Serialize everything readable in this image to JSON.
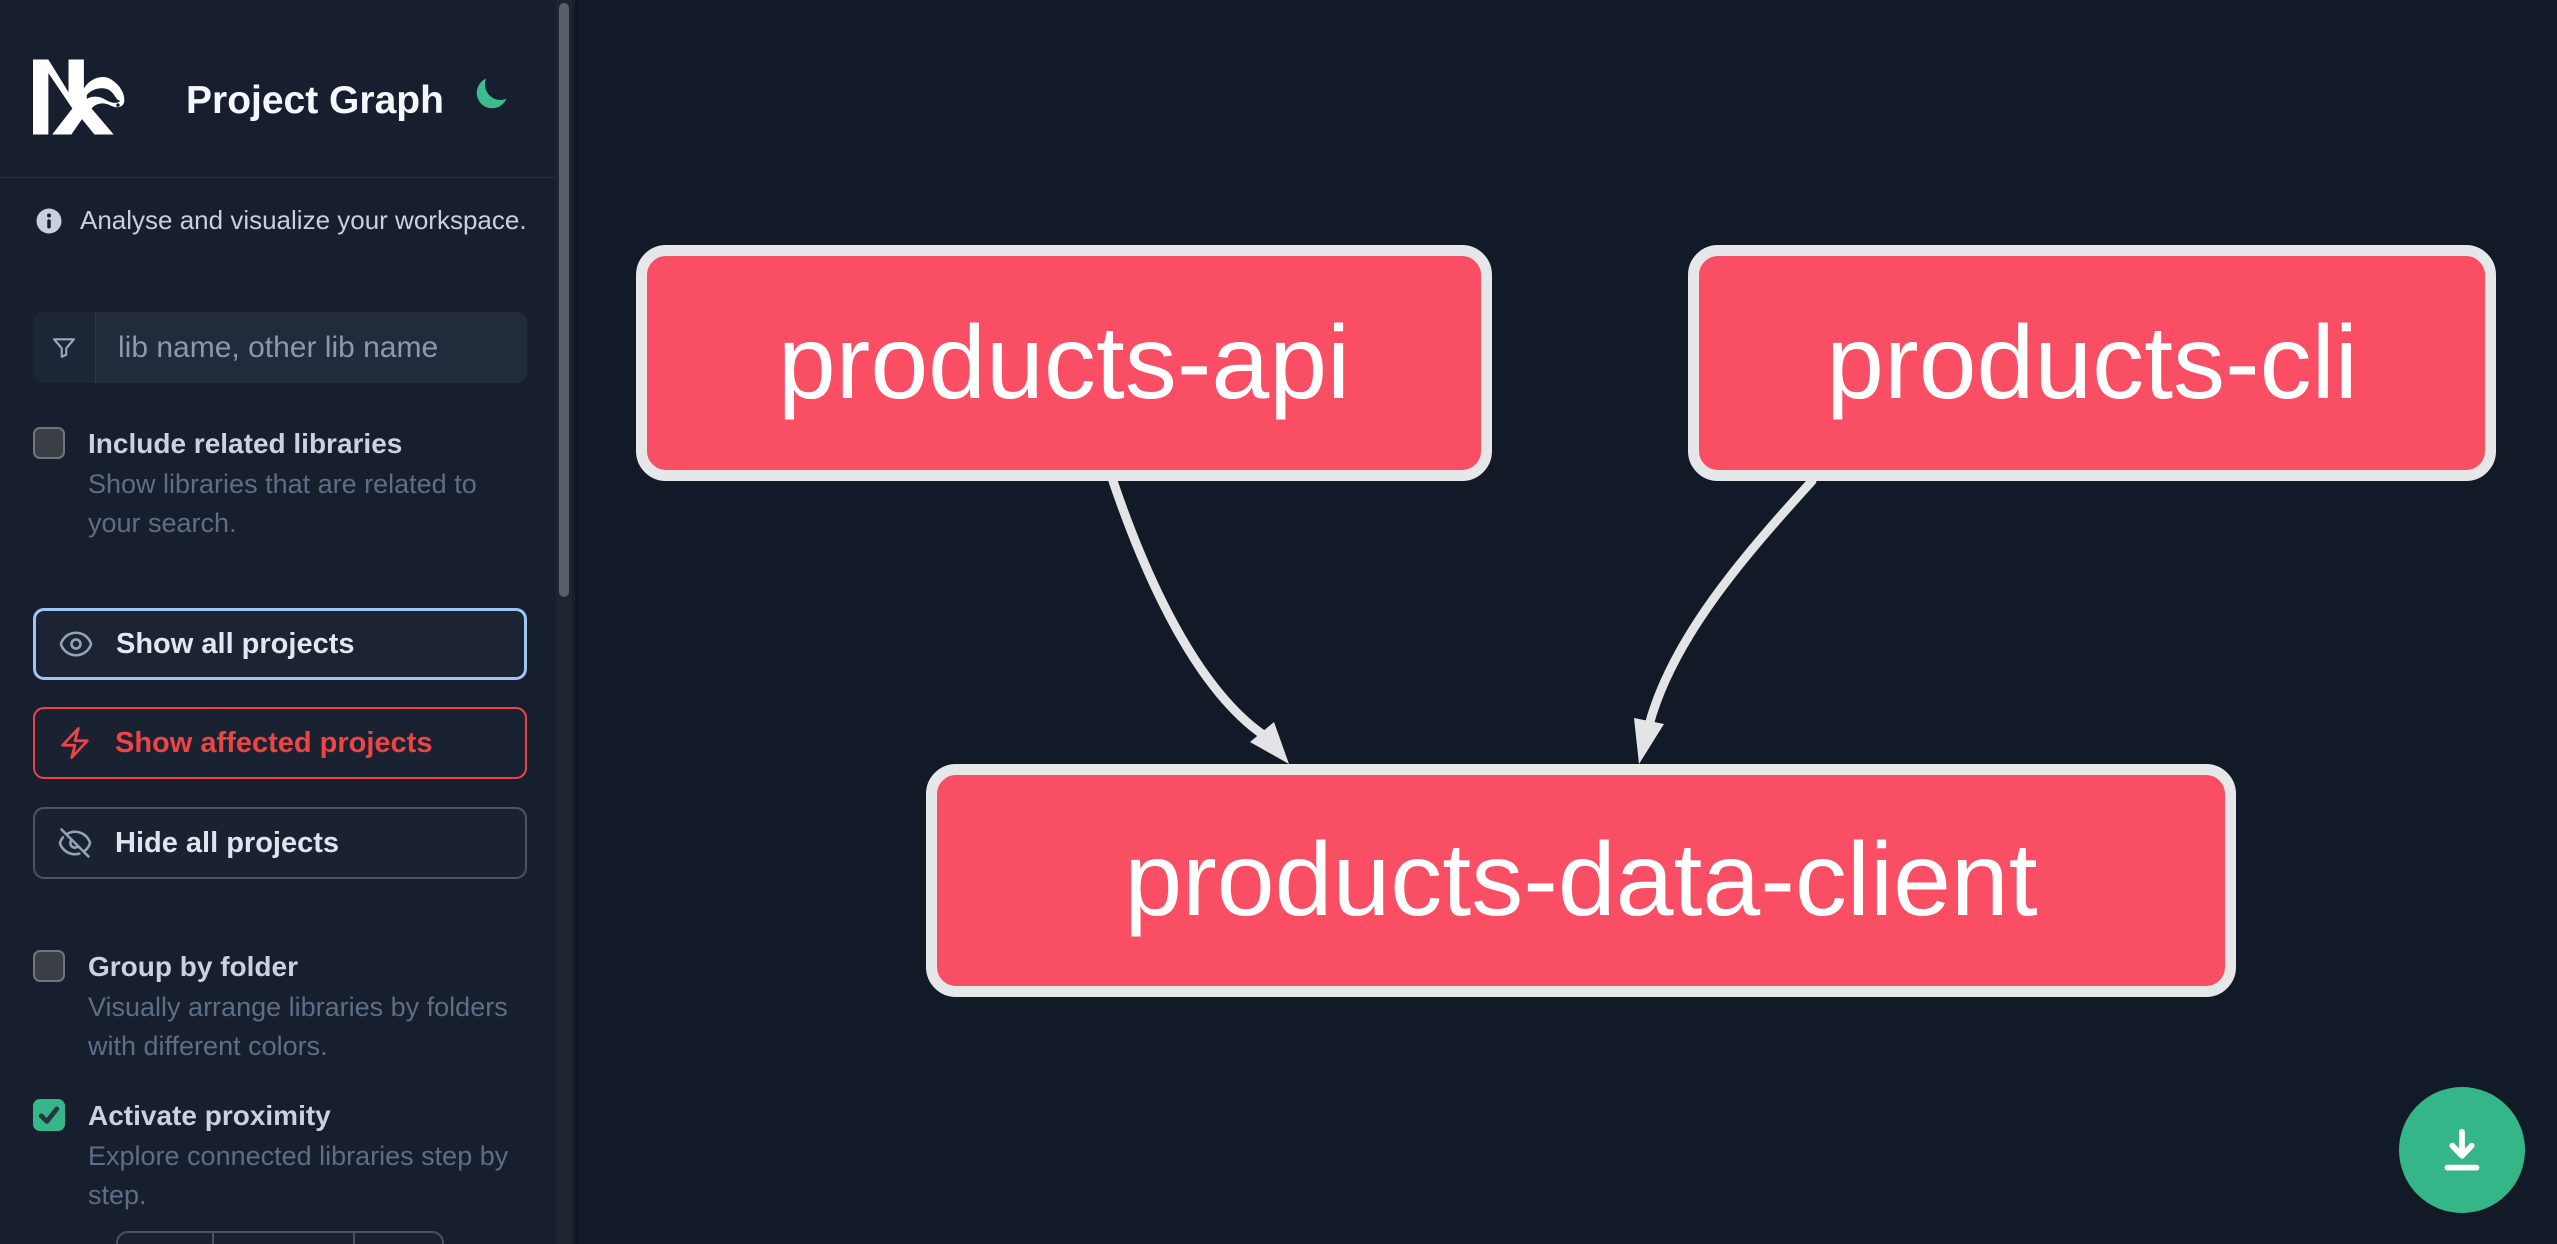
{
  "app": {
    "title": "Project Graph",
    "logo": "Nx"
  },
  "sidebar": {
    "info_text": "Analyse and visualize your workspace.",
    "search": {
      "placeholder": "lib name, other lib name",
      "icon": "funnel-icon"
    },
    "toggles": [
      {
        "label": "Include related libraries",
        "description": "Show libraries that are related to your search.",
        "checked": false
      },
      {
        "label": "Group by folder",
        "description": "Visually arrange libraries by folders with different colors.",
        "checked": false
      },
      {
        "label": "Activate proximity",
        "description": "Explore connected libraries step by step.",
        "checked": true
      }
    ],
    "buttons": [
      {
        "label": "Show all projects",
        "icon": "eye-icon"
      },
      {
        "label": "Show affected projects",
        "icon": "bolt-icon"
      },
      {
        "label": "Hide all projects",
        "icon": "eye-slash-icon"
      }
    ],
    "proximity_stepper": {
      "segments": 3,
      "note_visible": "partially visible at bottom edge"
    }
  },
  "graph": {
    "nodes": [
      {
        "label": "products-api"
      },
      {
        "label": "products-cli"
      },
      {
        "label": "products-data-client"
      }
    ],
    "edges": [
      {
        "from": "products-api",
        "to": "products-data-client"
      },
      {
        "from": "products-cli",
        "to": "products-data-client"
      }
    ]
  },
  "fab": {
    "icon": "download-icon"
  },
  "colors": {
    "sidebar_bg": "#171e2e",
    "canvas_bg": "#121927",
    "node_fill": "#f94e64",
    "node_border": "#e6e7e9",
    "edge": "#e3e4e6",
    "accent_green": "#36b789",
    "focus_blue": "#9cc6f5",
    "affected_red": "#ef4444"
  }
}
